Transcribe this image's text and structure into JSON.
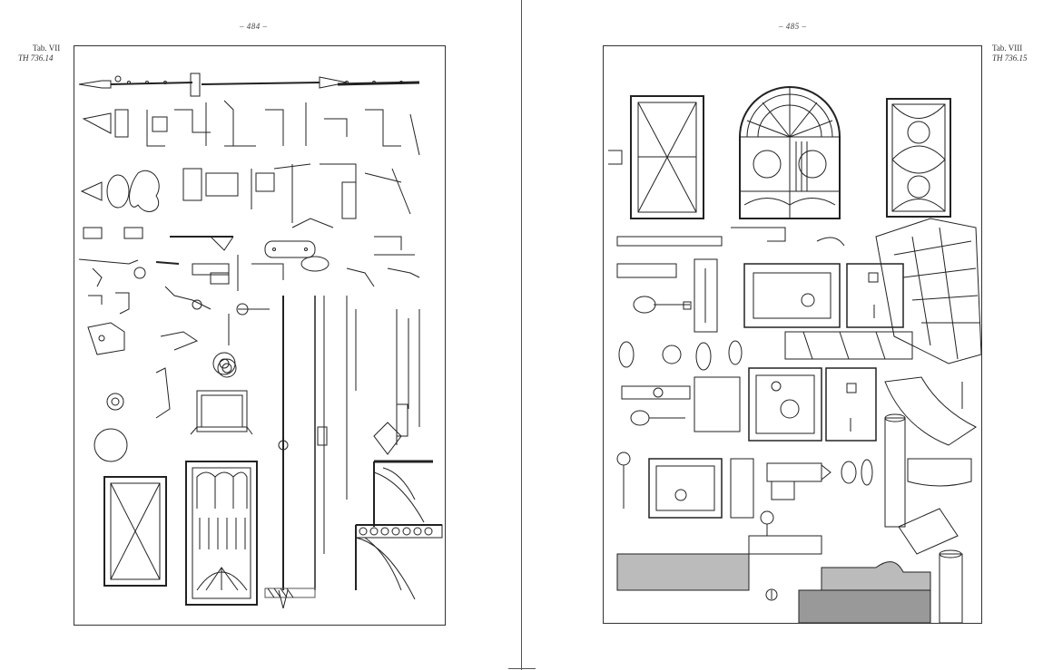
{
  "left_page": {
    "page_number": "– 484 –",
    "tab_label": "Tab. VII",
    "tab_code": "TH 736.14"
  },
  "right_page": {
    "page_number": "– 485 –",
    "tab_label": "Tab. VIII",
    "tab_code": "TH 736.15"
  },
  "colors": {
    "ink": "#222222",
    "page": "#ffffff",
    "hatch": "#555555"
  }
}
